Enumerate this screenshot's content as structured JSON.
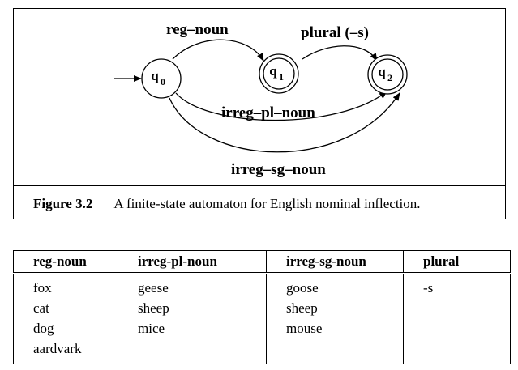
{
  "diagram": {
    "states": [
      {
        "id": "q0",
        "letter": "q",
        "sub": "0",
        "final": false,
        "start": true
      },
      {
        "id": "q1",
        "letter": "q",
        "sub": "1",
        "final": true,
        "start": false
      },
      {
        "id": "q2",
        "letter": "q",
        "sub": "2",
        "final": true,
        "start": false
      }
    ],
    "arcs": [
      {
        "from": "q0",
        "to": "q1",
        "label": "reg–noun"
      },
      {
        "from": "q1",
        "to": "q2",
        "label": "plural (–s)"
      },
      {
        "from": "q0",
        "to": "q2",
        "label": "irreg–pl–noun"
      },
      {
        "from": "q0",
        "to": "q2",
        "label": "irreg–sg–noun"
      }
    ]
  },
  "caption": {
    "label": "Figure 3.2",
    "text": "A finite-state automaton for English nominal inflection."
  },
  "table": {
    "headers": [
      "reg-noun",
      "irreg-pl-noun",
      "irreg-sg-noun",
      "plural"
    ],
    "columns": [
      [
        "fox",
        "cat",
        "dog",
        "aardvark"
      ],
      [
        "geese",
        "sheep",
        "mice"
      ],
      [
        "goose",
        "sheep",
        "mouse"
      ],
      [
        "-s"
      ]
    ]
  }
}
